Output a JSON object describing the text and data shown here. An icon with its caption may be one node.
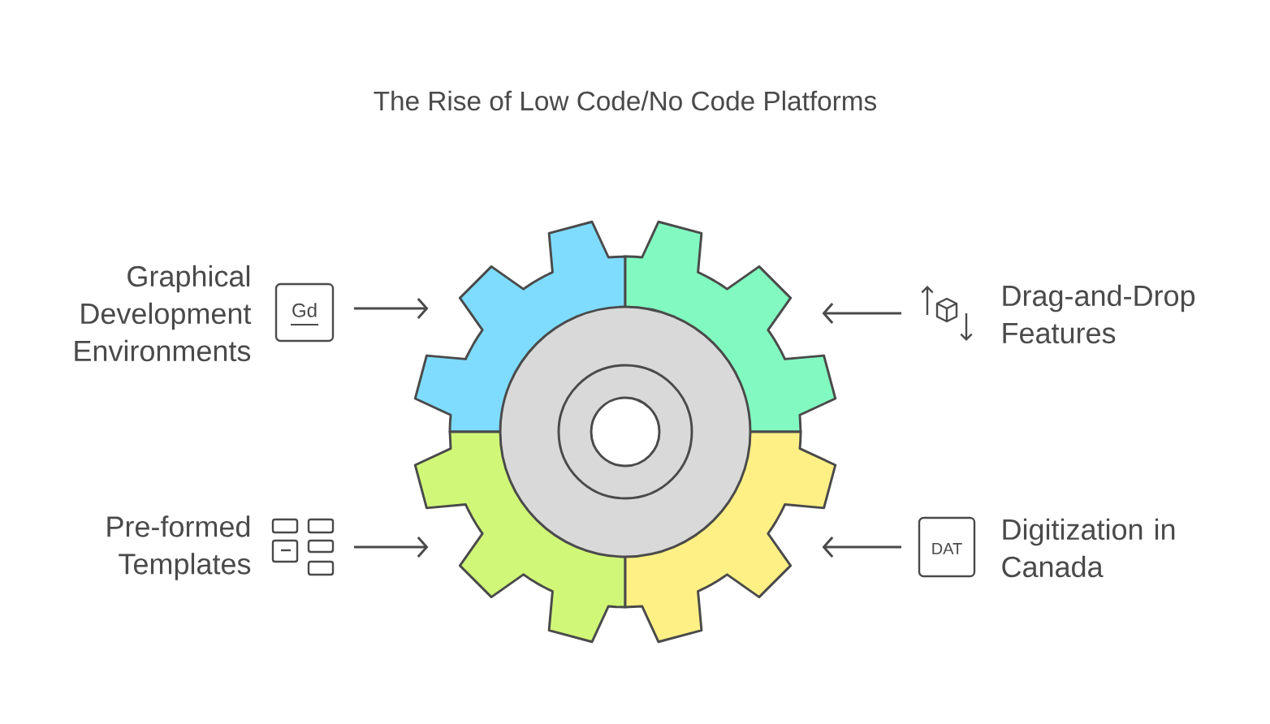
{
  "diagram": {
    "title": "The Rise of Low Code/No Code Platforms",
    "nodes": [
      {
        "text": [
          "Graphical Development Environments"
        ]
      },
      {
        "text": [],
        "shape": "gear-segment"
      },
      {
        "text": [],
        "shape": "gear-segment"
      },
      {
        "text": [
          "Drag-and-Drop Features"
        ]
      },
      {
        "text": [
          "Pre-formed Templates"
        ]
      },
      {
        "text": [],
        "shape": "gear-segment"
      },
      {
        "text": [],
        "shape": "gear-segment"
      },
      {
        "text": [
          "Digitization in Canada"
        ]
      }
    ],
    "edges": [
      {
        "from": 0,
        "to": 1,
        "arrow": "to"
      },
      {
        "from": 3,
        "to": 2,
        "arrow": "to"
      },
      {
        "from": 4,
        "to": 5,
        "arrow": "to"
      },
      {
        "from": 7,
        "to": 6,
        "arrow": "to"
      }
    ],
    "labels": [
      "Gd",
      "DAT"
    ]
  }
}
